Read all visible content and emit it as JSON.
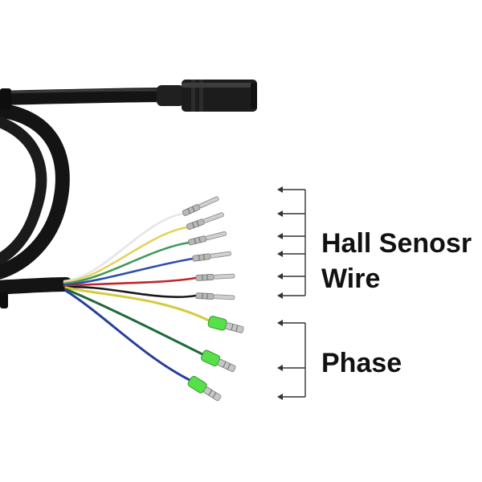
{
  "labels": {
    "hall_line1": "Hall Senosr",
    "hall_line2": "Wire",
    "phase": "Phase"
  },
  "colors": {
    "cable": "#141414",
    "connector": "#1c1c1c",
    "pin": "#b8b8b8",
    "phase_sleeve": "#57e04a",
    "bracket": "#333333",
    "text": "#111111"
  },
  "hall_wires": [
    {
      "name": "white",
      "color": "#e6e6e6"
    },
    {
      "name": "yellow",
      "color": "#e3d35a"
    },
    {
      "name": "green",
      "color": "#3f9a5a"
    },
    {
      "name": "blue",
      "color": "#2e4fa8"
    },
    {
      "name": "red",
      "color": "#c0262a"
    },
    {
      "name": "black",
      "color": "#1a1a1a"
    }
  ],
  "phase_wires": [
    {
      "name": "yellow",
      "color": "#d8c93c"
    },
    {
      "name": "green",
      "color": "#1f6a3a"
    },
    {
      "name": "blue",
      "color": "#253f9a"
    }
  ]
}
